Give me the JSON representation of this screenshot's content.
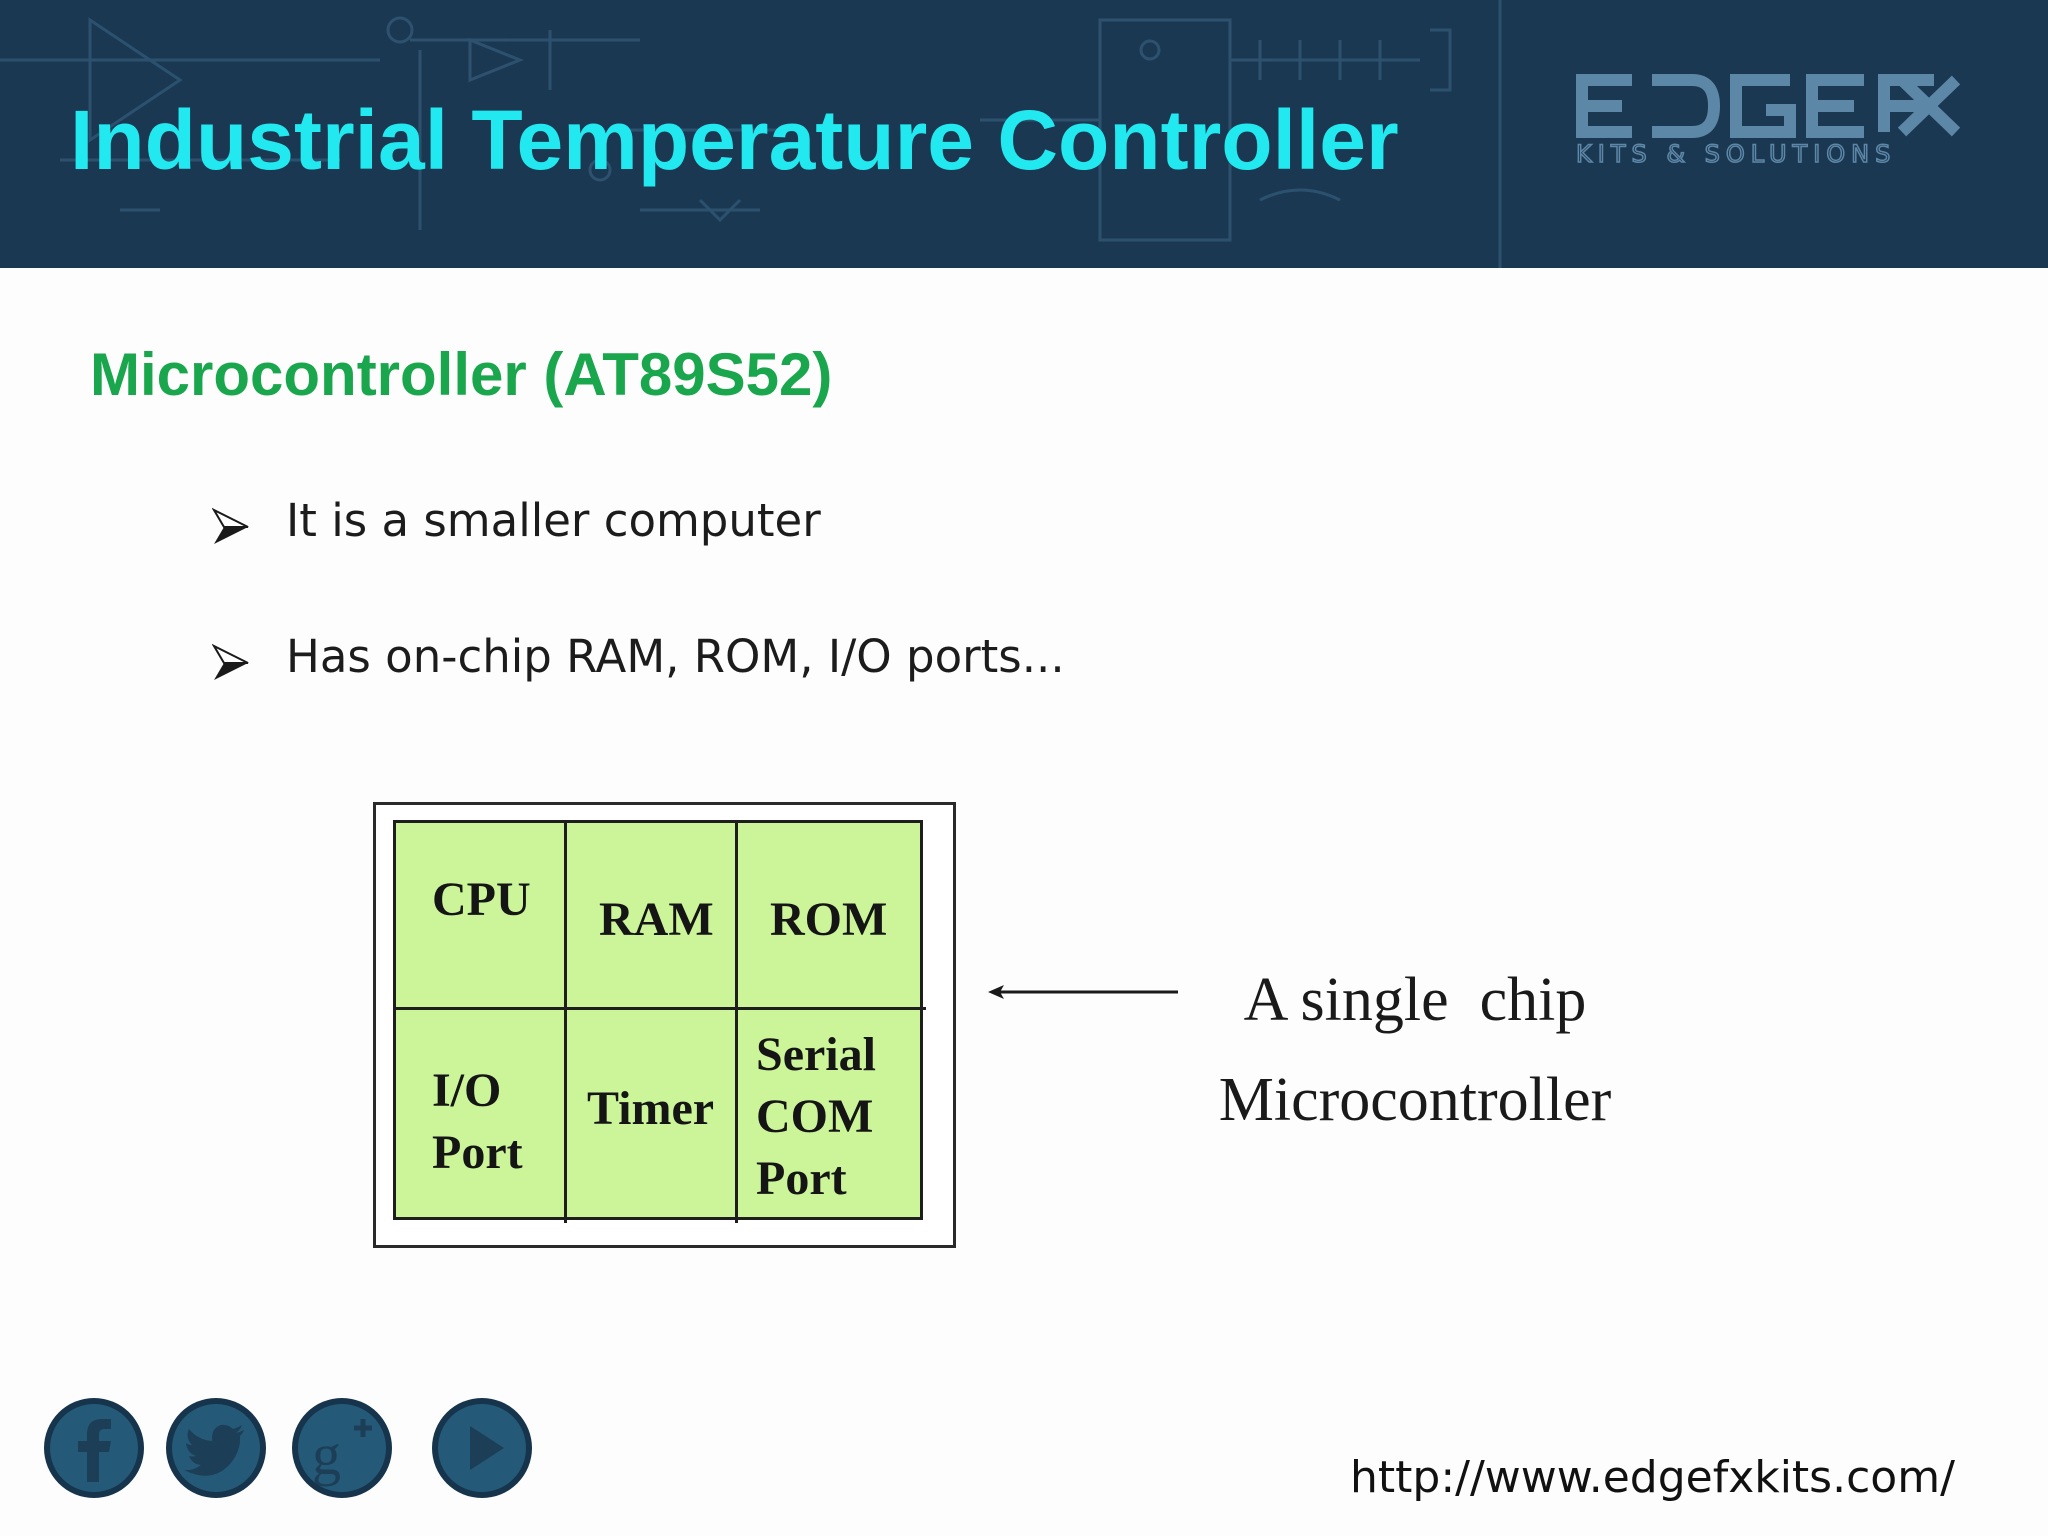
{
  "header": {
    "title": "Industrial Temperature Controller",
    "logo": {
      "name": "EDGEFX",
      "tagline": "KITS & SOLUTIONS"
    },
    "background_color": "#1b3852",
    "title_color": "#22e8f0"
  },
  "slide": {
    "subtitle": "Microcontroller (AT89S52)",
    "subtitle_color": "#1aa64c",
    "bullets": [
      {
        "icon": "arrowhead-bullet-icon",
        "text": "It is a smaller computer"
      },
      {
        "icon": "arrowhead-bullet-icon",
        "text": "Has on-chip RAM, ROM, I/O ports..."
      }
    ]
  },
  "diagram": {
    "cell_color": "#ccf59a",
    "cells": [
      "CPU",
      "RAM",
      "ROM",
      "I/O\nPort",
      "Timer",
      "Serial\nCOM\nPort"
    ],
    "caption_line1": "A single  chip",
    "caption_line2": "Microcontroller"
  },
  "footer": {
    "social_icons": [
      "facebook-icon",
      "twitter-icon",
      "google-plus-icon",
      "youtube-play-icon"
    ],
    "url": "http://www.edgefxkits.com/"
  }
}
